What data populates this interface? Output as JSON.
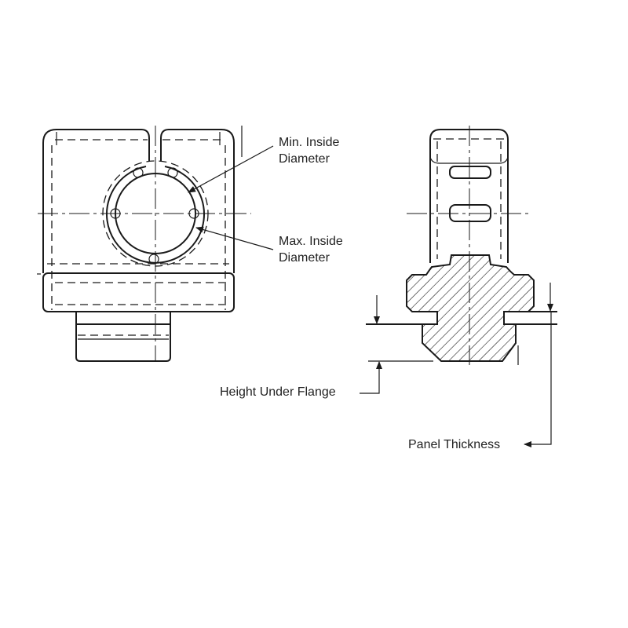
{
  "labels": {
    "min_inside_diameter": [
      "Min. Inside",
      "Diameter"
    ],
    "max_inside_diameter": [
      "Max. Inside",
      "Diameter"
    ],
    "height_under_flange": "Height Under Flange",
    "panel_thickness": "Panel Thickness"
  },
  "colors": {
    "line": "#1a1a1a",
    "background": "#ffffff"
  }
}
